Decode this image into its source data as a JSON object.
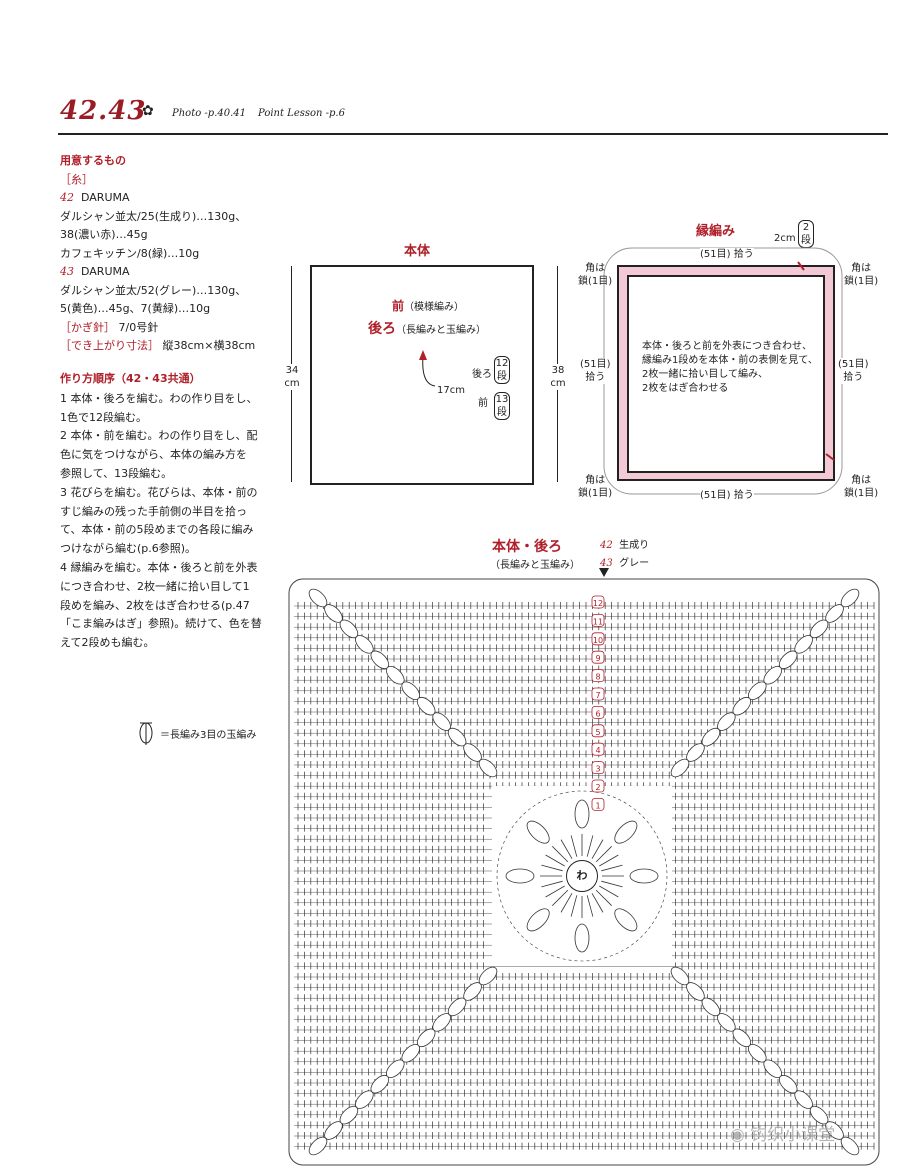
{
  "header": {
    "pattern_number": "42.43",
    "photo_ref": "Photo -p.40.41",
    "lesson_ref": "Point Lesson -p.6"
  },
  "materials": {
    "title": "用意するもの",
    "yarn_label": "［糸］",
    "p42_tag": "42",
    "p42_brand": "DARUMA",
    "p42_line1": "ダルシャン並太/25(生成り)…130g、",
    "p42_line2": "38(濃い赤)…45g",
    "p42_line3": "カフェキッチン/8(緑)…10g",
    "p43_tag": "43",
    "p43_brand": "DARUMA",
    "p43_line1": "ダルシャン並太/52(グレー)…130g、",
    "p43_line2": "5(黄色)…45g、7(黄緑)…10g",
    "hook_label": "［かぎ針］",
    "hook_value": "7/0号針",
    "size_label": "［でき上がり寸法］",
    "size_value": "縦38cm×横38cm"
  },
  "procedure": {
    "title": "作り方順序（42・43共通）",
    "steps": [
      "1 本体・後ろを編む。わの作り目をし、",
      "1色で12段編む。",
      "2 本体・前を編む。わの作り目をし、配",
      "色に気をつけながら、本体の編み方を",
      "参照して、13段編む。",
      "3 花びらを編む。花びらは、本体・前の",
      "すじ編みの残った手前側の半目を拾っ",
      "て、本体・前の5段めまでの各段に編み",
      "つけながら編む(p.6参照)。",
      "4 縁編みを編む。本体・後ろと前を外表",
      "につき合わせ、2枚一緒に拾い目して1",
      "段めを編み、2枚をはぎ合わせる(p.47",
      "「こま編みはぎ」参照)。続けて、色を替",
      "えて2段めも編む。"
    ]
  },
  "legend": {
    "symbol_note": "＝長編み3目の玉編み"
  },
  "body_diagram": {
    "title": "本体",
    "front_label": "前",
    "front_note": "（模様編み）",
    "back_label": "後ろ",
    "back_note": "（長編みと玉編み）",
    "height": "34",
    "height_unit": "cm",
    "center_dim": "17cm",
    "back_short": "後ろ",
    "front_short": "前",
    "back_rows_n": "12",
    "back_rows_u": "段",
    "front_rows_n": "13",
    "front_rows_u": "段",
    "outer_height": "38",
    "outer_unit": "cm"
  },
  "border_diagram": {
    "title": "縁編み",
    "width_note": "2cm",
    "rows_n": "2",
    "rows_u": "段",
    "top_pickup": "(51目) 拾う",
    "bottom_pickup": "(51目) 拾う",
    "left_pickup_1": "(51目)",
    "left_pickup_2": "拾う",
    "right_pickup_1": "(51目)",
    "right_pickup_2": "拾う",
    "corner_1": "角は",
    "corner_2": "鎖(1目)",
    "instructions": [
      "本体・後ろと前を外表につき合わせ、",
      "縁編み1段めを本体・前の表側を見て、",
      "2枚一緒に拾い目して編み、",
      "2枚をはぎ合わせる"
    ]
  },
  "chart": {
    "title": "本体・後ろ",
    "subtitle": "（長編みと玉編み）",
    "color_42_tag": "42",
    "color_42": "生成り",
    "color_43_tag": "43",
    "color_43": "グレー",
    "center_label": "わ",
    "row_numbers": [
      "12",
      "11",
      "10",
      "9",
      "8",
      "7",
      "6",
      "5",
      "4",
      "3",
      "2",
      "1"
    ]
  },
  "watermark": {
    "text": "钩织小课堂"
  },
  "colors": {
    "accent": "#b0202a",
    "border_pink": "#f4c9d6"
  }
}
